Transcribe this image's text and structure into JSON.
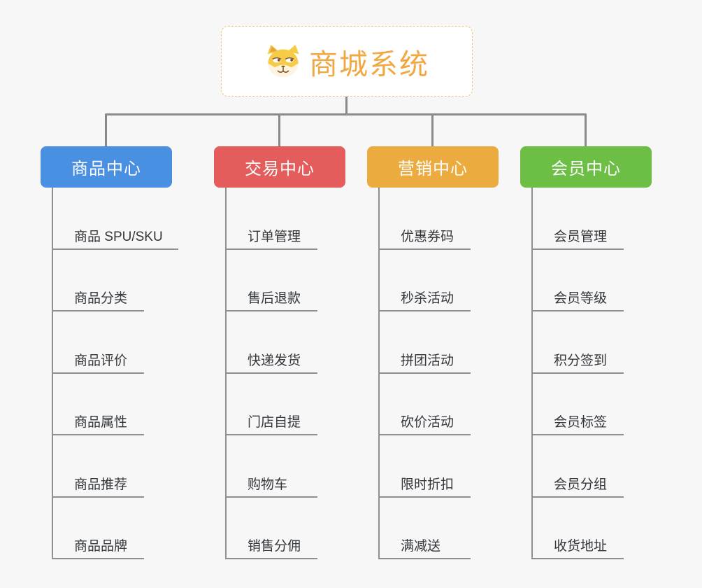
{
  "background_color": "#F7F7F7",
  "connector_color": "#8A8A8A",
  "root": {
    "title": "商城系统",
    "icon": "shiba-dog-icon",
    "text_color": "#F0A843",
    "border_color": "#F3C481"
  },
  "branches": [
    {
      "id": "product-center",
      "label": "商品中心",
      "color": "#4A90E2",
      "children": [
        "商品 SPU/SKU",
        "商品分类",
        "商品评价",
        "商品属性",
        "商品推荐",
        "商品品牌"
      ]
    },
    {
      "id": "trade-center",
      "label": "交易中心",
      "color": "#E45C5C",
      "children": [
        "订单管理",
        "售后退款",
        "快递发货",
        "门店自提",
        "购物车",
        "销售分佣"
      ]
    },
    {
      "id": "marketing-center",
      "label": "营销中心",
      "color": "#EBAB3E",
      "children": [
        "优惠券码",
        "秒杀活动",
        "拼团活动",
        "砍价活动",
        "限时折扣",
        "满减送"
      ]
    },
    {
      "id": "member-center",
      "label": "会员中心",
      "color": "#6CBE45",
      "children": [
        "会员管理",
        "会员等级",
        "积分签到",
        "会员标签",
        "会员分组",
        "收货地址"
      ]
    }
  ]
}
